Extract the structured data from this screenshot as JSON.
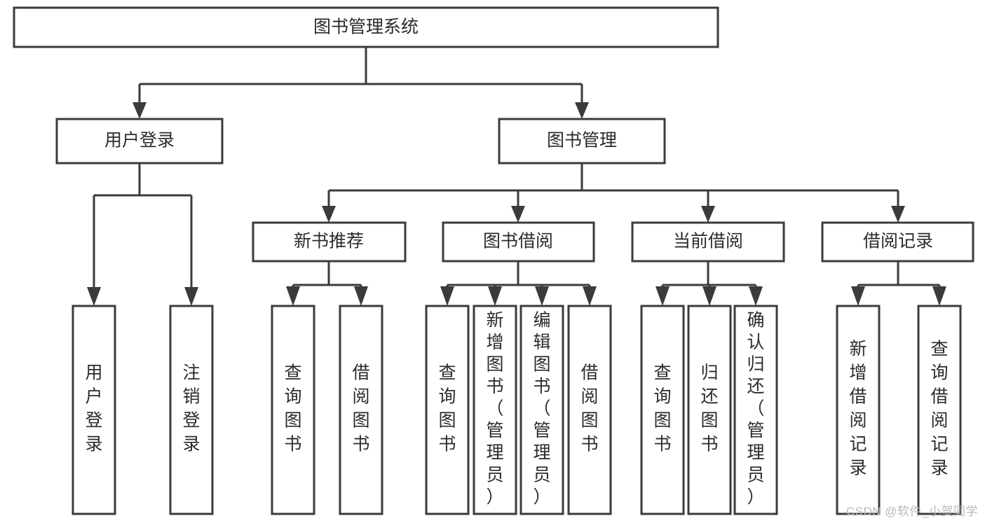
{
  "diagram": {
    "type": "tree",
    "title": "图书管理系统",
    "root": {
      "label": "图书管理系统"
    },
    "level2": [
      {
        "label": "用户登录"
      },
      {
        "label": "图书管理"
      }
    ],
    "level3": [
      {
        "label": "新书推荐"
      },
      {
        "label": "图书借阅"
      },
      {
        "label": "当前借阅"
      },
      {
        "label": "借阅记录"
      }
    ],
    "leaves": {
      "user_login": [
        "用户登录",
        "注销登录"
      ],
      "new_book": [
        "查询图书",
        "借阅图书"
      ],
      "book_borrow": [
        "查询图书",
        "新增图书（管理员）",
        "编辑图书（管理员）",
        "借阅图书"
      ],
      "current_borrow": [
        "查询图书",
        "归还图书",
        "确认归还（管理员）"
      ],
      "borrow_record": [
        "新增借阅记录",
        "查询借阅记录"
      ]
    }
  },
  "watermark": {
    "text": "CSDN @软件_小贺同学"
  },
  "colors": {
    "background": "#ffffff",
    "box_fill": "#ffffff",
    "box_stroke": "#3b3b3b",
    "text": "#2b2b2b",
    "watermark": "#b9b9b9"
  }
}
